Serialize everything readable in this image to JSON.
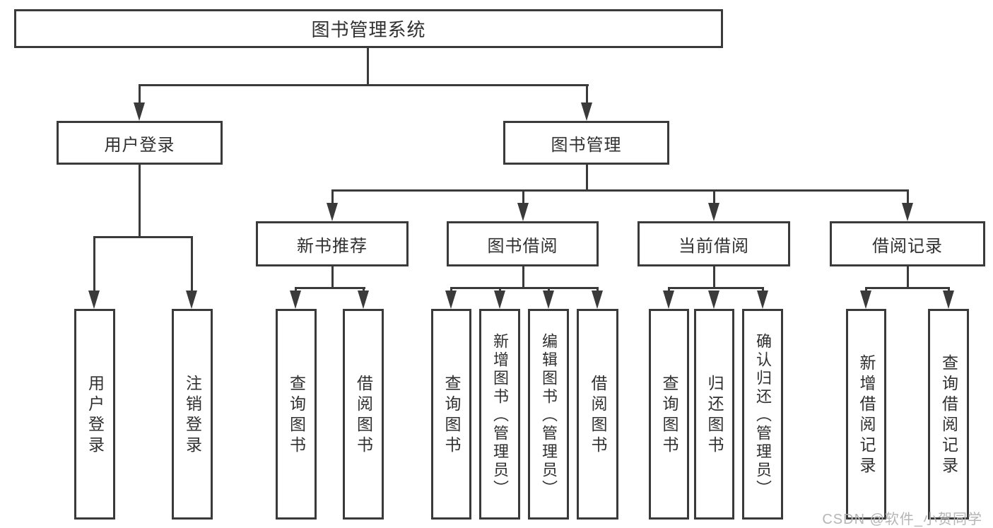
{
  "diagram_type": "tree",
  "colors": {
    "line": "#3a3a3a",
    "text": "#303030",
    "watermark": "#b5b5b5",
    "background": "#ffffff"
  },
  "tree": {
    "label": "图书管理系统",
    "children": [
      {
        "label": "用户登录",
        "children": [
          {
            "label": "用户登录"
          },
          {
            "label": "注销登录"
          }
        ]
      },
      {
        "label": "图书管理",
        "children": [
          {
            "label": "新书推荐",
            "children": [
              {
                "label": "查询图书"
              },
              {
                "label": "借阅图书"
              }
            ]
          },
          {
            "label": "图书借阅",
            "children": [
              {
                "label": "查询图书"
              },
              {
                "label": "新增图书（管理员）"
              },
              {
                "label": "编辑图书（管理员）"
              },
              {
                "label": "借阅图书"
              }
            ]
          },
          {
            "label": "当前借阅",
            "children": [
              {
                "label": "查询图书"
              },
              {
                "label": "归还图书"
              },
              {
                "label": "确认归还（管理员）"
              }
            ]
          },
          {
            "label": "借阅记录",
            "children": [
              {
                "label": "新增借阅记录"
              },
              {
                "label": "查询借阅记录"
              }
            ]
          }
        ]
      }
    ]
  },
  "watermark": "CSDN @软件_小贺同学"
}
